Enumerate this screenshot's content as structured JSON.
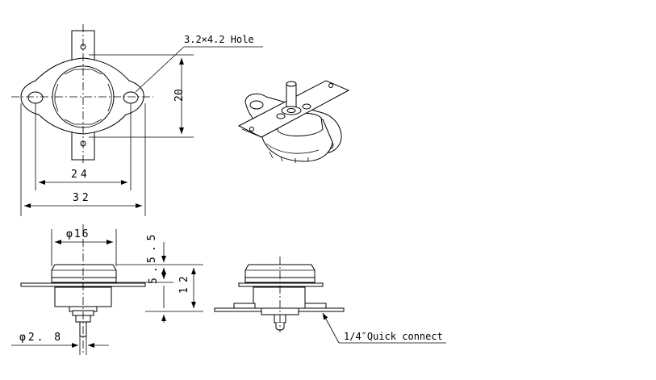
{
  "annotations": {
    "hole": "3.2×4.2 Hole",
    "quick_connect": "1/4″Quick connect"
  },
  "dimensions": {
    "height_20": "20",
    "width_24": "24",
    "width_32": "32",
    "diameter_16": "φ16",
    "height_5_5": "5.5",
    "height_5": "5.",
    "height_12": "12",
    "diameter_2_8": "φ2. 8"
  }
}
